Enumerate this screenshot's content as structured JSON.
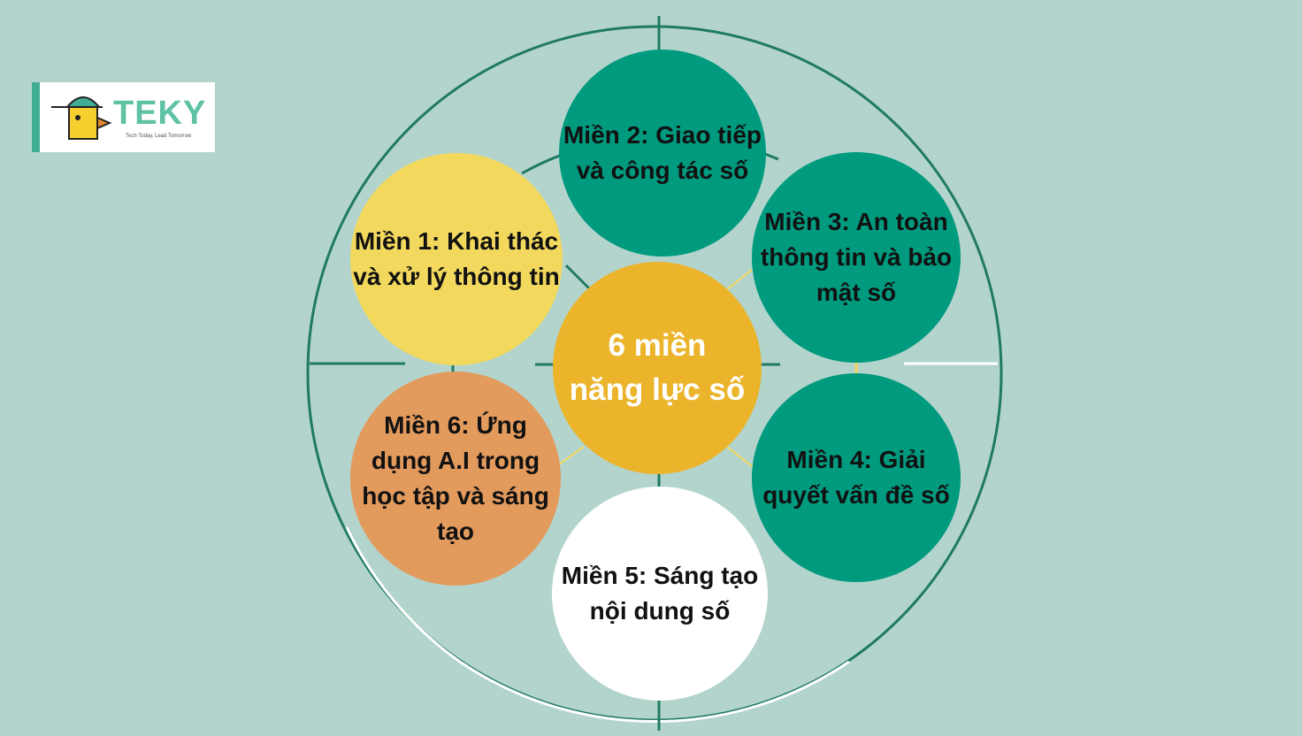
{
  "logo": {
    "brand_text": "TEKY",
    "tagline": "Tech Today, Lead Tomorrow"
  },
  "diagram": {
    "center_label": "6 miền năng lực số",
    "domains": [
      {
        "id": "d1",
        "label": "Miền 1: Khai thác và xử lý thông tin",
        "color": "#f2d95e"
      },
      {
        "id": "d2",
        "label": "Miền 2: Giao tiếp và công tác số",
        "color": "#009a7f"
      },
      {
        "id": "d3",
        "label": "Miền 3: An toàn thông tin và bảo mật số",
        "color": "#009a7f"
      },
      {
        "id": "d4",
        "label": "Miền 4: Giải quyết vấn đề số",
        "color": "#009a7f"
      },
      {
        "id": "d5",
        "label": "Miền 5: Sáng tạo nội dung số",
        "color": "#ffffff"
      },
      {
        "id": "d6",
        "label": "Miền 6: Ứng dụng A.I trong học tập và sáng tạo",
        "color": "#e39a5d"
      }
    ],
    "colors": {
      "background": "#b3d4cc",
      "ring": "#1f7a62",
      "center": "#ebb42b"
    }
  }
}
